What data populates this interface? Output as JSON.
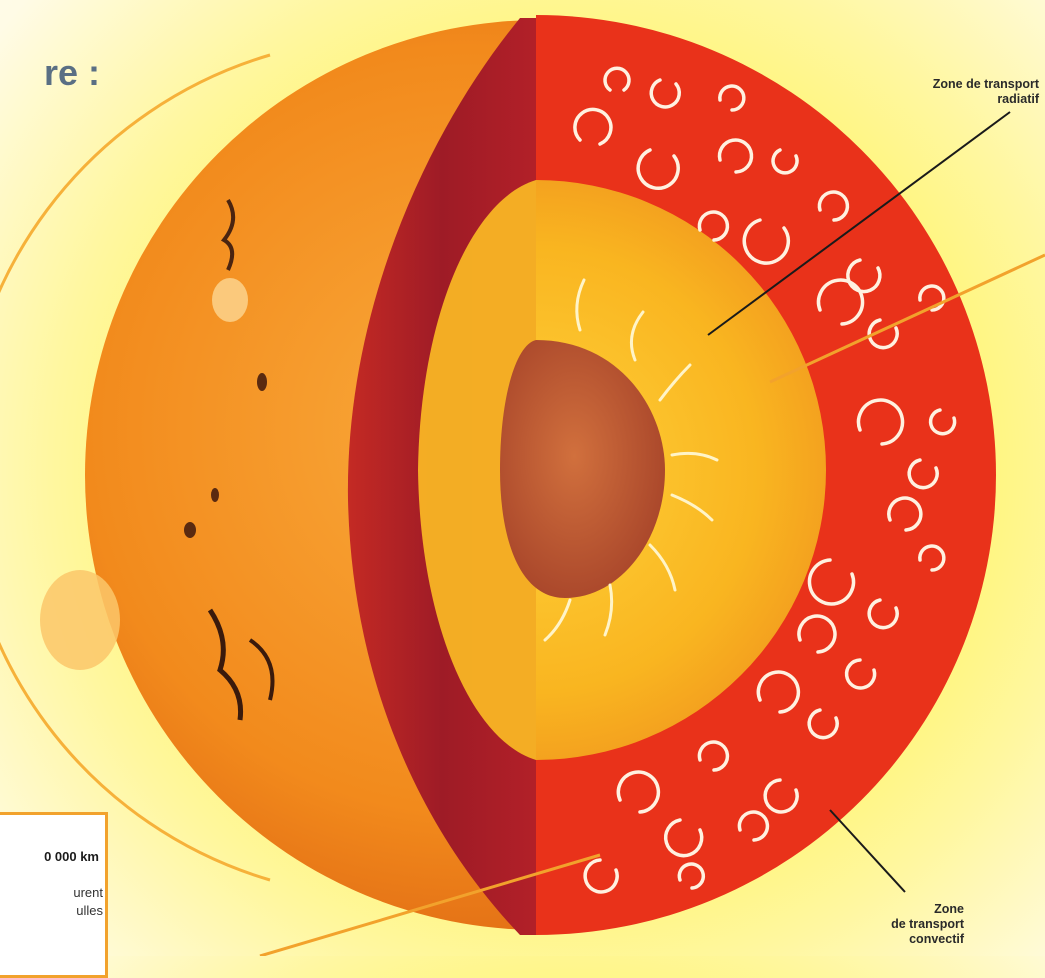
{
  "title_fragment": "re :",
  "labels": {
    "radiative_zone": [
      "Zone de transport",
      "radiatif"
    ],
    "convective_zone": [
      "Zone",
      "de transport",
      "convectif"
    ]
  },
  "infobox": {
    "distance": "0 000 km",
    "line1": "urent",
    "line2": "ulles"
  },
  "colors": {
    "photosphere": "#f39a1e",
    "cut_face": "#a8202a",
    "convective_zone": "#e9321a",
    "radiative_zone": "#f9b71f",
    "core": "#c0572d",
    "leader_orange": "#f2a22c",
    "leader_black": "#1a1a1a"
  },
  "icons": [
    "convection-swirl-icon",
    "radiation-ray-icon"
  ]
}
